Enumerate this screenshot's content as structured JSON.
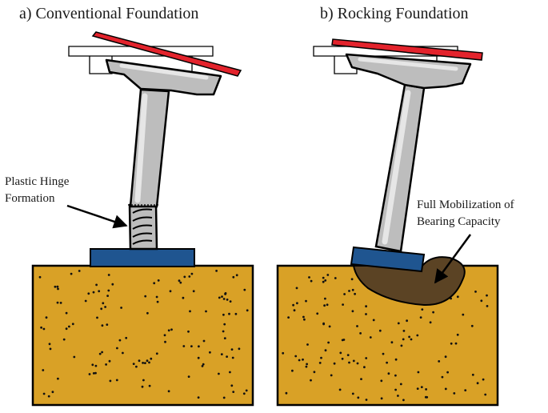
{
  "panels": {
    "conventional": {
      "title": "a) Conventional Foundation",
      "annotation_line1": "Plastic Hinge",
      "annotation_line2": "Formation"
    },
    "rocking": {
      "title": "b) Rocking Foundation",
      "annotation_line1": "Full Mobilization of",
      "annotation_line2": "Bearing Capacity"
    }
  },
  "colors": {
    "soil": "#d9a126",
    "soil_outline": "#000000",
    "footing": "#1f5590",
    "deck": "#e3232c",
    "column": "#bdbdbd",
    "column_highlight": "#e6e6e6",
    "mobilized_soil": "#5b4324",
    "outline": "#000000"
  },
  "icons": {
    "annotation_pointer": "arrow-icon"
  }
}
